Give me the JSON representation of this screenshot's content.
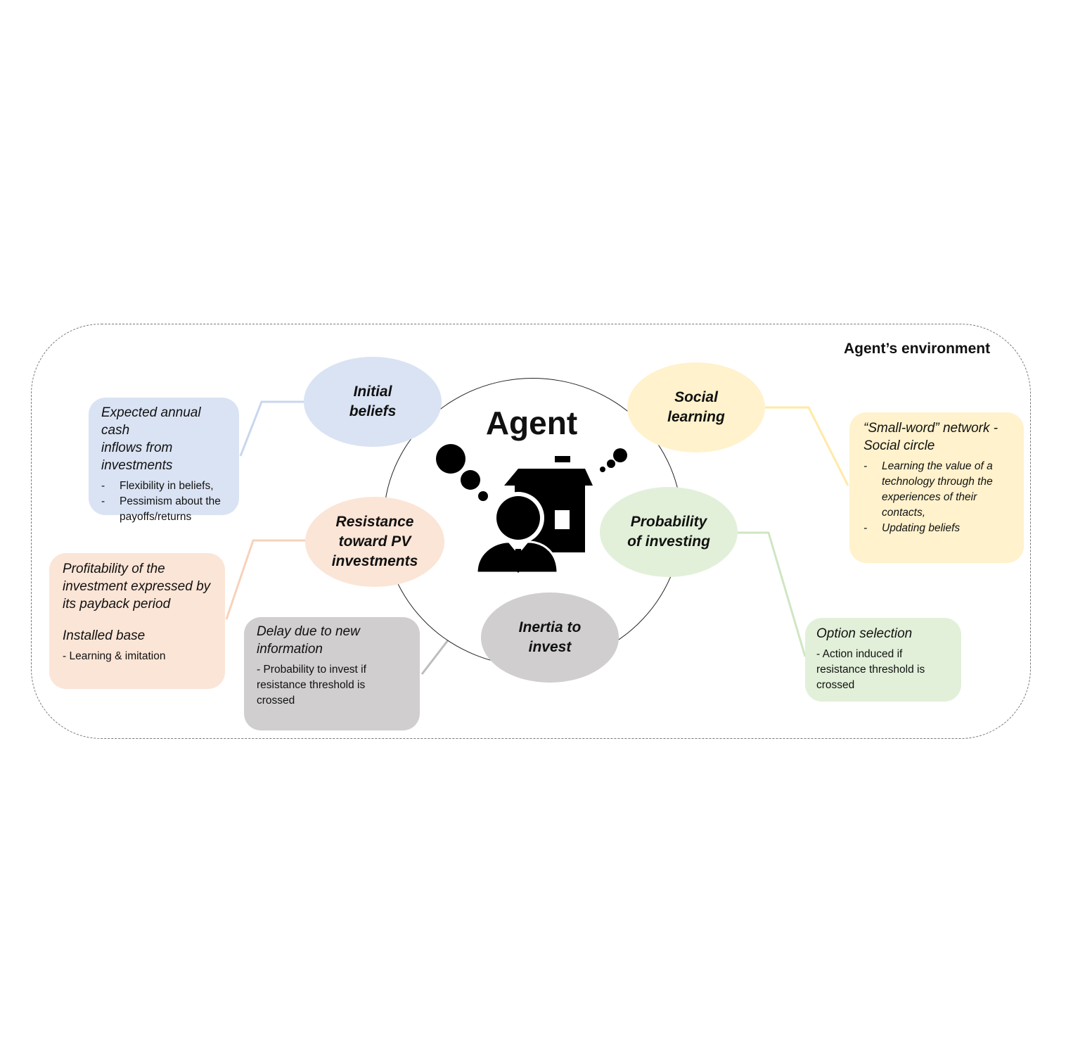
{
  "environment": {
    "title": "Agent’s environment"
  },
  "agent": {
    "title": "Agent"
  },
  "factors": {
    "initial_beliefs": "Initial\nbeliefs",
    "social_learning": "Social\nlearning",
    "resistance": "Resistance\ntoward PV\ninvestments",
    "probability": "Probability\nof investing",
    "inertia": "Inertia to\ninvest"
  },
  "boxes": {
    "beliefs": {
      "head": "Expected annual cash\ninflows from\ninvestments",
      "items": [
        {
          "dash": "-",
          "text": "Flexibility in beliefs,"
        },
        {
          "dash": "-",
          "text": "Pessimism about the payoffs/returns"
        }
      ]
    },
    "social": {
      "head": "“Small-word” network -\nSocial circle",
      "items": [
        {
          "dash": "-",
          "text": "Learning the value of a technology through the experiences of their contacts,"
        },
        {
          "dash": "-",
          "text": "Updating beliefs"
        }
      ]
    },
    "resistance": {
      "head": "Profitability of the\ninvestment expressed by\nits payback period",
      "head2": "Installed base",
      "note": "- Learning & imitation"
    },
    "inertia": {
      "head": "Delay due to new\ninformation",
      "note": "- Probability to invest if\nresistance threshold is\ncrossed"
    },
    "probability": {
      "head": "Option selection",
      "note": "- Action induced if\nresistance threshold is\ncrossed"
    }
  },
  "colors": {
    "blue": "#dae3f3",
    "yellow": "#fff2cc",
    "peach": "#fbe5d6",
    "green": "#e2f0d9",
    "grey": "#d0cece"
  }
}
